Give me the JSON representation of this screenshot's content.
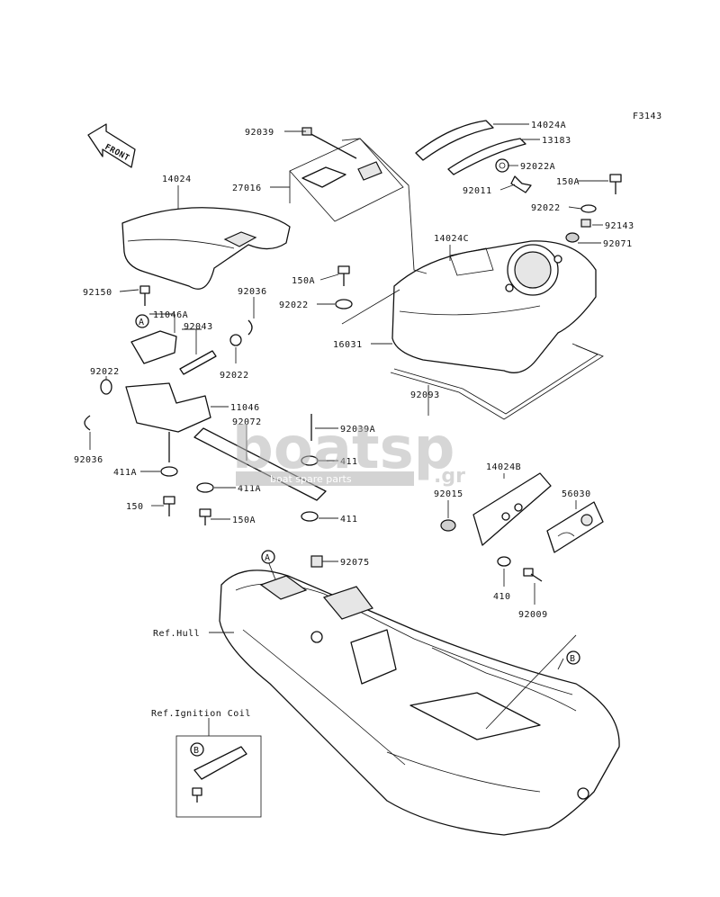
{
  "figure_code": "F3143",
  "front_label": "FRONT",
  "watermark": {
    "main": "boatsp",
    "suffix": ".gr",
    "sub": "boat spare parts"
  },
  "callouts": [
    {
      "id": "c01",
      "text": "92039"
    },
    {
      "id": "c02",
      "text": "14024A"
    },
    {
      "id": "c03",
      "text": "13183"
    },
    {
      "id": "c04",
      "text": "92022A"
    },
    {
      "id": "c05",
      "text": "92011"
    },
    {
      "id": "c06",
      "text": "150A"
    },
    {
      "id": "c07",
      "text": "92022"
    },
    {
      "id": "c08",
      "text": "92143"
    },
    {
      "id": "c09",
      "text": "92071"
    },
    {
      "id": "c10",
      "text": "14024"
    },
    {
      "id": "c11",
      "text": "27016"
    },
    {
      "id": "c12",
      "text": "14024C"
    },
    {
      "id": "c13",
      "text": "150A"
    },
    {
      "id": "c14",
      "text": "92022"
    },
    {
      "id": "c15",
      "text": "92150"
    },
    {
      "id": "c16",
      "text": "11046A"
    },
    {
      "id": "c17",
      "text": "92043"
    },
    {
      "id": "c18",
      "text": "92036"
    },
    {
      "id": "c19",
      "text": "92022"
    },
    {
      "id": "c20",
      "text": "16031"
    },
    {
      "id": "c21",
      "text": "92022"
    },
    {
      "id": "c22",
      "text": "11046"
    },
    {
      "id": "c23",
      "text": "92072"
    },
    {
      "id": "c24",
      "text": "92039A"
    },
    {
      "id": "c25",
      "text": "92093"
    },
    {
      "id": "c26",
      "text": "92036"
    },
    {
      "id": "c27",
      "text": "411A"
    },
    {
      "id": "c28",
      "text": "411"
    },
    {
      "id": "c29",
      "text": "411A"
    },
    {
      "id": "c30",
      "text": "14024B"
    },
    {
      "id": "c31",
      "text": "92015"
    },
    {
      "id": "c32",
      "text": "56030"
    },
    {
      "id": "c33",
      "text": "150"
    },
    {
      "id": "c34",
      "text": "150A"
    },
    {
      "id": "c35",
      "text": "411"
    },
    {
      "id": "c36",
      "text": "92075"
    },
    {
      "id": "c37",
      "text": "410"
    },
    {
      "id": "c38",
      "text": "92009"
    },
    {
      "id": "c39",
      "text": "Ref.Hull"
    },
    {
      "id": "c40",
      "text": "Ref.Ignition Coil"
    }
  ],
  "markers": [
    {
      "id": "m1",
      "text": "A"
    },
    {
      "id": "m2",
      "text": "A"
    },
    {
      "id": "m3",
      "text": "B"
    },
    {
      "id": "m4",
      "text": "B"
    }
  ]
}
